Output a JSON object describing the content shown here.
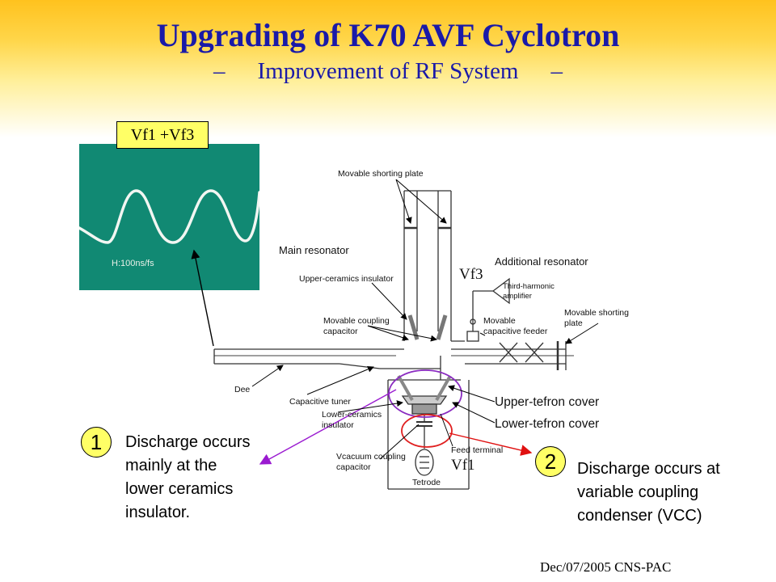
{
  "slide": {
    "title": "Upgrading of K70 AVF Cyclotron",
    "subtitle_dash": "–",
    "subtitle": "Improvement of RF System",
    "date": "Dec/07/2005 CNS-PAC"
  },
  "oscilloscope": {
    "label": "Vf1 +Vf3",
    "time_scale": "H:100ns/fs",
    "background_color": "#118973"
  },
  "diagram_labels": {
    "movable_shorting_plate_top": "Movable shorting plate",
    "main_resonator": "Main resonator",
    "additional_resonator": "Additional resonator",
    "upper_ceramics_insulator": "Upper-ceramics insulator",
    "third_harmonic_amplifier_1": "Third-harmonic",
    "third_harmonic_amplifier_2": "amplifier",
    "movable_coupling_capacitor_1": "Movable coupling",
    "movable_coupling_capacitor_2": "capacitor",
    "movable_capacitive_feeder_1": "Movable",
    "movable_capacitive_feeder_2": "capacitive feeder",
    "movable_shorting_plate_right_1": "Movable shorting",
    "movable_shorting_plate_right_2": "plate",
    "dee": "Dee",
    "capacitive_tuner": "Capacitive tuner",
    "lower_ceramics_insulator_1": "Lower-ceramics",
    "lower_ceramics_insulator_2": "insulator",
    "upper_tefron_cover": "Upper-tefron cover",
    "lower_tefron_cover": "Lower-tefron cover",
    "feed_terminal": "Feed terminal",
    "vcacuum_coupling_capacitor_1": "Vcacuum coupling",
    "vcacuum_coupling_capacitor_2": "capacitor",
    "tetrode": "Tetrode",
    "vf3": "Vf3",
    "vf1": "Vf1"
  },
  "callouts": [
    {
      "number": "1",
      "lines": [
        "Discharge occurs",
        "mainly at the",
        "lower ceramics",
        "insulator."
      ]
    },
    {
      "number": "2",
      "lines": [
        "Discharge occurs at",
        "variable coupling",
        "condenser (VCC)"
      ]
    }
  ],
  "colors": {
    "title": "#1a1aa8",
    "highlight_yellow": "#ffff66",
    "arrow_purple": "#9a1ad0",
    "arrow_red": "#e01010",
    "ellipse_purple": "#8a2bc0",
    "ellipse_red": "#e02020"
  }
}
